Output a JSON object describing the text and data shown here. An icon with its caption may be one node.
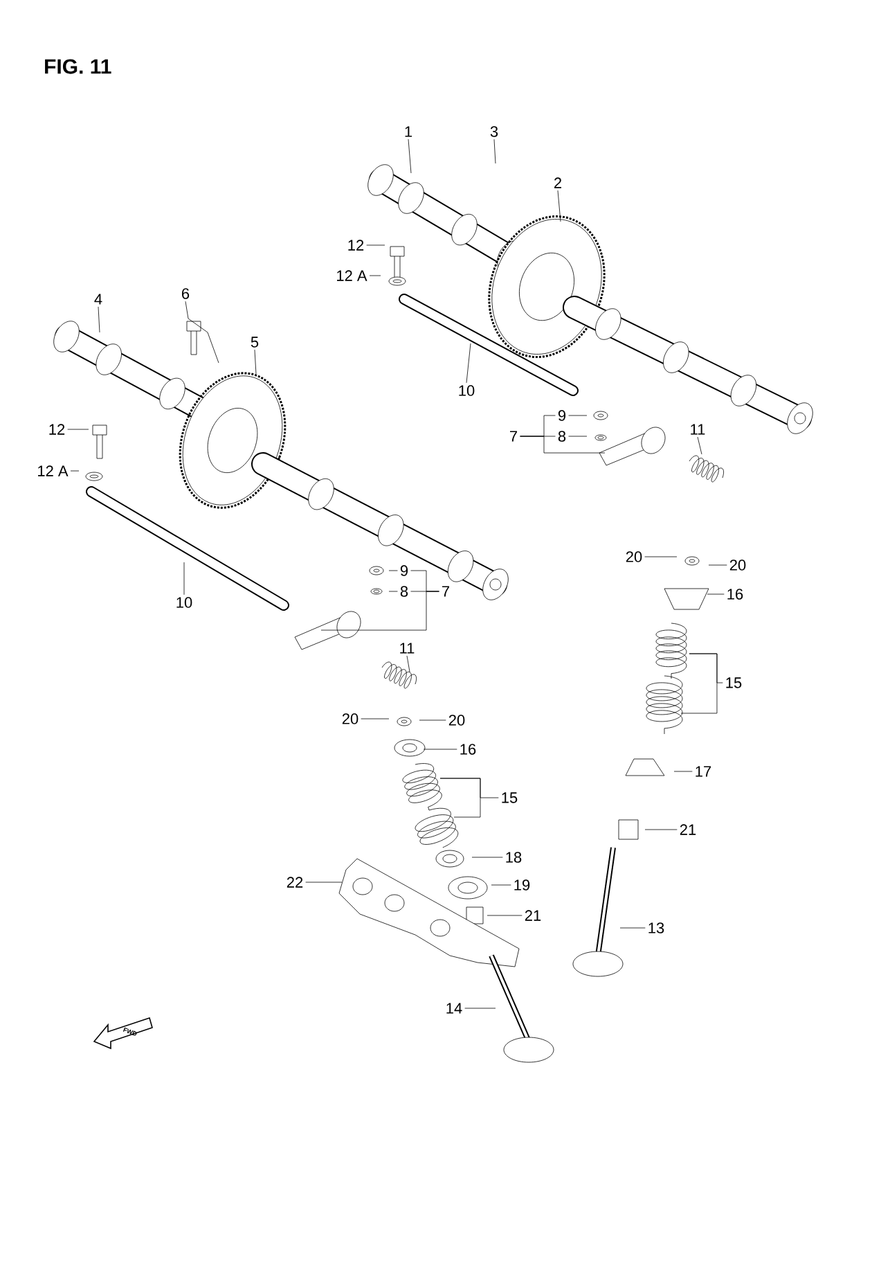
{
  "diagram": {
    "title": "FIG. 11",
    "nodes": [
      {
        "text": [
          "1"
        ]
      },
      {
        "text": [
          "3"
        ]
      },
      {
        "text": [
          "2"
        ]
      },
      {
        "text": [
          "12"
        ]
      },
      {
        "text": [
          "12 A"
        ]
      },
      {
        "text": [
          "4"
        ]
      },
      {
        "text": [
          "6"
        ]
      },
      {
        "text": [
          "5"
        ]
      },
      {
        "text": [
          "10"
        ]
      },
      {
        "text": [
          "9"
        ]
      },
      {
        "text": [
          "12"
        ]
      },
      {
        "text": [
          "11"
        ]
      },
      {
        "text": [
          "7"
        ]
      },
      {
        "text": [
          "8"
        ]
      },
      {
        "text": [
          "12 A"
        ]
      },
      {
        "text": [
          "20"
        ]
      },
      {
        "text": [
          "20"
        ]
      },
      {
        "text": [
          "9"
        ]
      },
      {
        "text": [
          "8"
        ]
      },
      {
        "text": [
          "16"
        ]
      },
      {
        "text": [
          "7"
        ]
      },
      {
        "text": [
          "10"
        ]
      },
      {
        "text": [
          "11"
        ]
      },
      {
        "text": [
          "15"
        ]
      },
      {
        "text": [
          "20"
        ]
      },
      {
        "text": [
          "20"
        ]
      },
      {
        "text": [
          "16"
        ]
      },
      {
        "text": [
          "17"
        ]
      },
      {
        "text": [
          "15"
        ]
      },
      {
        "text": [
          "21"
        ]
      },
      {
        "text": [
          "18"
        ]
      },
      {
        "text": [
          "22"
        ]
      },
      {
        "text": [
          "19"
        ]
      },
      {
        "text": [
          "21"
        ]
      },
      {
        "text": [
          "13"
        ]
      },
      {
        "text": [
          "14"
        ]
      }
    ],
    "edges": [
      {
        "from": 0,
        "to": null,
        "arrow": "none"
      },
      {
        "from": 1,
        "to": null,
        "arrow": "none"
      },
      {
        "from": 2,
        "to": null,
        "arrow": "none"
      },
      {
        "from": 3,
        "to": null,
        "arrow": "none"
      },
      {
        "from": 4,
        "to": null,
        "arrow": "none"
      },
      {
        "from": 5,
        "to": null,
        "arrow": "none"
      },
      {
        "from": 6,
        "to": null,
        "arrow": "none"
      },
      {
        "from": 7,
        "to": null,
        "arrow": "none"
      },
      {
        "from": 8,
        "to": null,
        "arrow": "none"
      },
      {
        "from": 9,
        "to": null,
        "arrow": "none"
      },
      {
        "from": 10,
        "to": null,
        "arrow": "none"
      },
      {
        "from": 11,
        "to": null,
        "arrow": "none"
      },
      {
        "from": 12,
        "to": null,
        "arrow": "none"
      },
      {
        "from": 13,
        "to": null,
        "arrow": "none"
      },
      {
        "from": 14,
        "to": null,
        "arrow": "none"
      },
      {
        "from": 15,
        "to": null,
        "arrow": "none"
      },
      {
        "from": 16,
        "to": null,
        "arrow": "none"
      },
      {
        "from": 17,
        "to": null,
        "arrow": "none"
      },
      {
        "from": 18,
        "to": null,
        "arrow": "none"
      },
      {
        "from": 19,
        "to": null,
        "arrow": "none"
      },
      {
        "from": 20,
        "to": null,
        "arrow": "none"
      },
      {
        "from": 21,
        "to": null,
        "arrow": "none"
      },
      {
        "from": 22,
        "to": null,
        "arrow": "none"
      },
      {
        "from": 23,
        "to": null,
        "arrow": "none"
      },
      {
        "from": 24,
        "to": null,
        "arrow": "none"
      },
      {
        "from": 25,
        "to": null,
        "arrow": "none"
      },
      {
        "from": 26,
        "to": null,
        "arrow": "none"
      },
      {
        "from": 27,
        "to": null,
        "arrow": "none"
      },
      {
        "from": 28,
        "to": null,
        "arrow": "none"
      },
      {
        "from": 29,
        "to": null,
        "arrow": "none"
      },
      {
        "from": 30,
        "to": null,
        "arrow": "none"
      },
      {
        "from": 31,
        "to": null,
        "arrow": "none"
      },
      {
        "from": 32,
        "to": null,
        "arrow": "none"
      },
      {
        "from": 33,
        "to": null,
        "arrow": "none"
      },
      {
        "from": 34,
        "to": null,
        "arrow": "none"
      },
      {
        "from": 35,
        "to": null,
        "arrow": "none"
      },
      {
        "from": 12,
        "to": 9,
        "arrow": "none"
      },
      {
        "from": 12,
        "to": 13,
        "arrow": "none"
      },
      {
        "from": 20,
        "to": 17,
        "arrow": "none"
      },
      {
        "from": 20,
        "to": 18,
        "arrow": "none"
      }
    ],
    "labels": [
      "FWD"
    ]
  }
}
